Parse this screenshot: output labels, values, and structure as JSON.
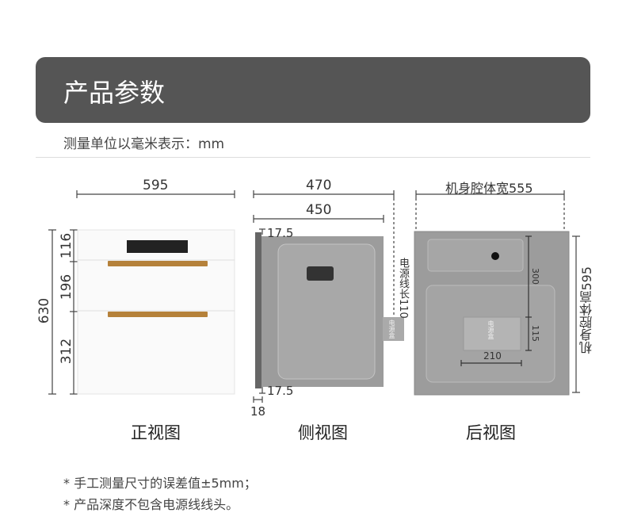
{
  "header": {
    "title": "产品参数",
    "subtitle": "测量单位以毫米表示：mm"
  },
  "front": {
    "width": "595",
    "height_total": "630",
    "seg1": "116",
    "seg2": "196",
    "seg3": "312",
    "caption": "正视图"
  },
  "side": {
    "depth_total": "470",
    "depth_body": "450",
    "top_gap": "17.5",
    "bottom_gap": "17.5",
    "panel": "18",
    "cable": "电源线长110",
    "power_box": "电源盒",
    "caption": "侧视图"
  },
  "back": {
    "cavity_width": "机身腔体宽555",
    "cavity_height": "机身腔体高595",
    "dim_300": "300",
    "dim_115": "115",
    "dim_210": "210",
    "power_box": "电源盒",
    "caption": "后视图"
  },
  "notes": [
    "* 手工测量尺寸的误差值±5mm；",
    "* 产品深度不包含电源线线头。"
  ]
}
